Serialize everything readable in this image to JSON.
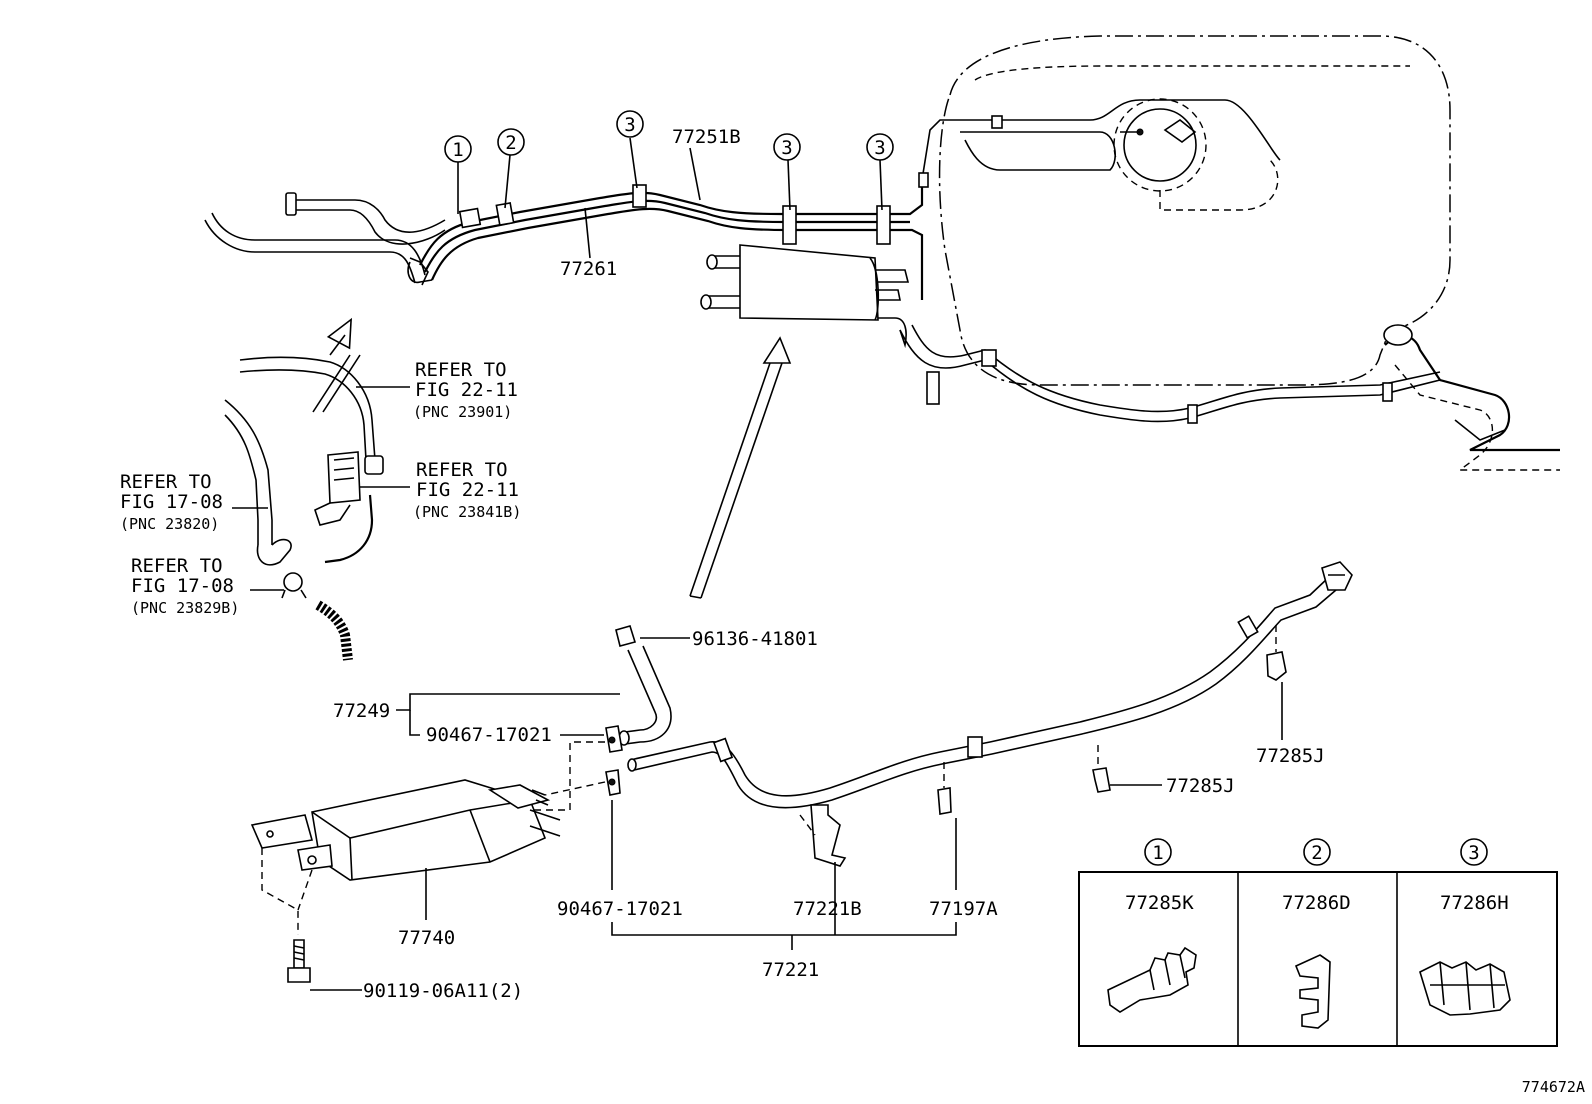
{
  "diagram_code": "774672A",
  "circled_refs": [
    "1",
    "2",
    "3",
    "3",
    "3"
  ],
  "top_labels": {
    "tube_77251b": "77251B",
    "tube_77261": "77261"
  },
  "refer_notes": [
    {
      "line1": "REFER TO",
      "line2": "FIG 22-11",
      "line3": "(PNC 23901)"
    },
    {
      "line1": "REFER TO",
      "line2": "FIG 22-11",
      "line3": "(PNC 23841B)"
    },
    {
      "line1": "REFER TO",
      "line2": "FIG 17-08",
      "line3": "(PNC 23820)"
    },
    {
      "line1": "REFER TO",
      "line2": "FIG 17-08",
      "line3": "(PNC 23829B)"
    }
  ],
  "parts": {
    "p96136": "96136-41801",
    "p77249": "77249",
    "p90467_upper": "90467-17021",
    "p90467_lower": "90467-17021",
    "p77740": "77740",
    "p90119": "90119-06A11(2)",
    "p77221b": "77221B",
    "p77197a": "77197A",
    "p77221": "77221",
    "p77285j_right": "77285J",
    "p77285j_mid": "77285J"
  },
  "legend": [
    {
      "num": "1",
      "part": "77285K"
    },
    {
      "num": "2",
      "part": "77286D"
    },
    {
      "num": "3",
      "part": "77286H"
    }
  ]
}
